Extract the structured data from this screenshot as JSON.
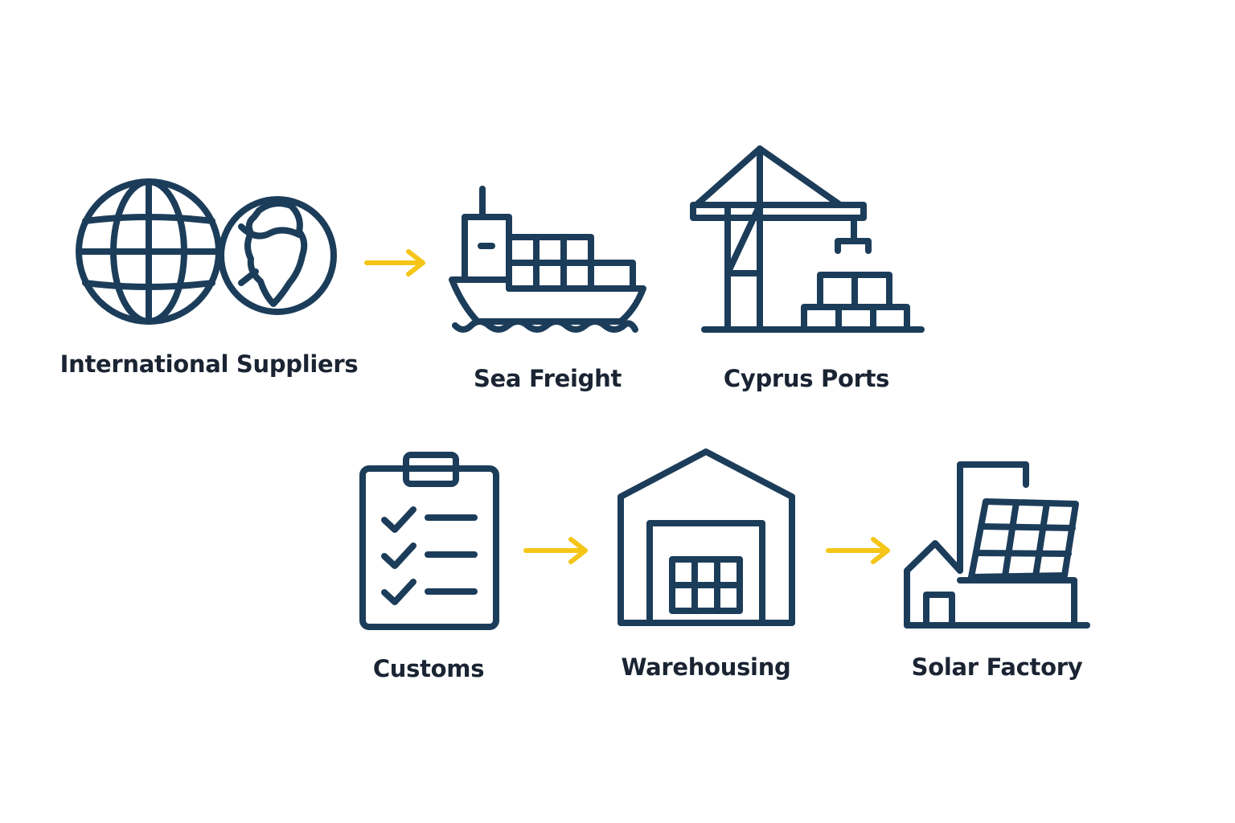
{
  "colors": {
    "icon_stroke": "#1c3d5a",
    "arrow": "#f5c518",
    "label_text": "#1a2433",
    "background": "#ffffff"
  },
  "nodes": [
    {
      "id": "international-suppliers",
      "label": "International Suppliers",
      "icon": "globe-icon"
    },
    {
      "id": "sea-freight",
      "label": "Sea Freight",
      "icon": "container-ship-icon"
    },
    {
      "id": "cyprus-ports",
      "label": "Cyprus Ports",
      "icon": "port-crane-icon"
    },
    {
      "id": "customs",
      "label": "Customs",
      "icon": "checklist-clipboard-icon"
    },
    {
      "id": "warehousing",
      "label": "Warehousing",
      "icon": "warehouse-icon"
    },
    {
      "id": "solar-factory",
      "label": "Solar Factory",
      "icon": "solar-factory-icon"
    }
  ],
  "edges": [
    {
      "from": "international-suppliers",
      "to": "sea-freight"
    },
    {
      "from": "customs",
      "to": "warehousing"
    },
    {
      "from": "warehousing",
      "to": "solar-factory"
    }
  ]
}
